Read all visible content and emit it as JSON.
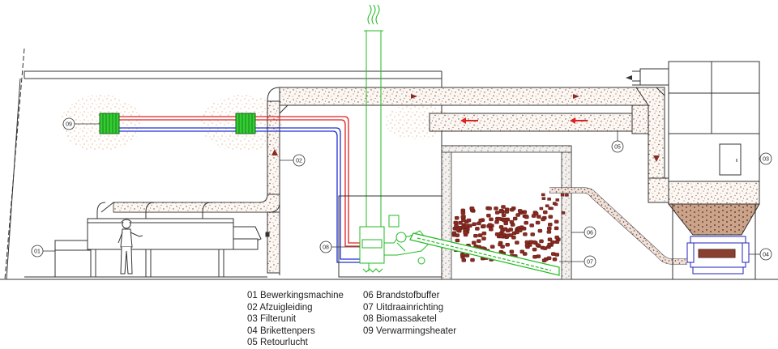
{
  "diagram": {
    "callouts": [
      "01",
      "02",
      "03",
      "04",
      "05",
      "06",
      "07",
      "08",
      "09"
    ],
    "legend": [
      {
        "number": "01",
        "label": "Bewerkingsmachine"
      },
      {
        "number": "02",
        "label": "Afzuigleiding"
      },
      {
        "number": "03",
        "label": "Filterunit"
      },
      {
        "number": "04",
        "label": "Brikettenpers"
      },
      {
        "number": "05",
        "label": "Retourlucht"
      },
      {
        "number": "06",
        "label": "Brandstofbuffer"
      },
      {
        "number": "07",
        "label": "Uitdraainrichting"
      },
      {
        "number": "08",
        "label": "Biomassaketel"
      },
      {
        "number": "09",
        "label": "Verwarmingsheater"
      }
    ]
  },
  "colors": {
    "line": "#333333",
    "exhaust_green": "#22bb22",
    "heater_green": "#33cc33",
    "hot_pipe": "#e02020",
    "cold_pipe": "#2030d0",
    "airflow_arrow": "#dd2222",
    "dust": "#d98a4a",
    "briquette": "#8a2a22",
    "press_blue": "#2222bb"
  }
}
